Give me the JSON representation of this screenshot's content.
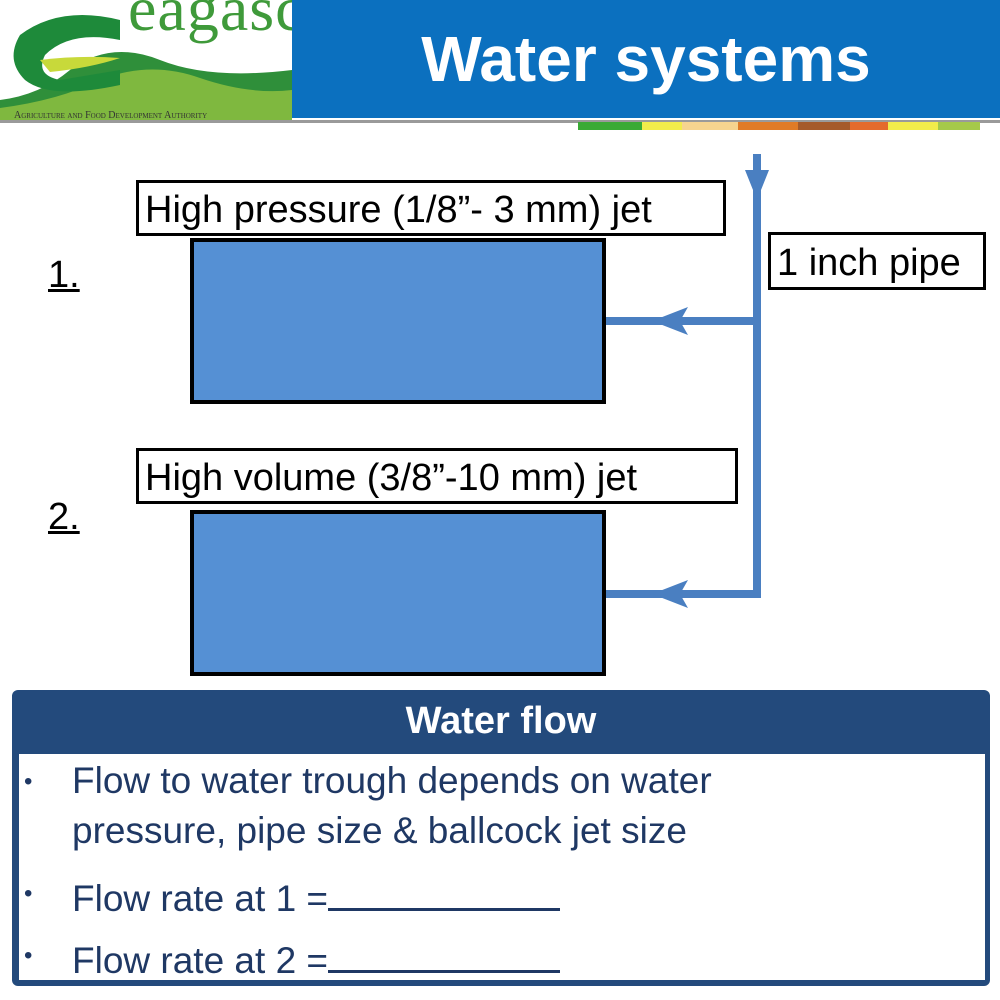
{
  "header": {
    "logo_text": "eagasc",
    "logo_subtitle": "Agriculture and Food Development Authority",
    "title": "Water systems",
    "title_bar_color": "#0b70bf",
    "strip_colors": [
      "#3aaa35",
      "#f2ec4b",
      "#f6d48f",
      "#e07b27",
      "#a55a2a",
      "#e46b2d",
      "#f2ec4b",
      "#a5c94a"
    ]
  },
  "diagram": {
    "pipe_label": "1 inch pipe",
    "pipe_color": "#4a7fc1",
    "trough_color": "#5590d4",
    "items": [
      {
        "number": "1.",
        "label": "High pressure (1/8”- 3 mm) jet"
      },
      {
        "number": "2.",
        "label": "High volume (3/8”-10 mm) jet"
      }
    ]
  },
  "water_flow": {
    "heading": "Water flow",
    "bullets": [
      {
        "text_line1": "Flow to water trough depends on water",
        "text_line2": "pressure, pipe size & ballcock jet size"
      },
      {
        "text": "Flow rate at 1 ="
      },
      {
        "text": "Flow rate at 2 ="
      }
    ],
    "bullet_symbol": "•",
    "panel_color": "#234a7c",
    "text_color": "#1f3864"
  }
}
